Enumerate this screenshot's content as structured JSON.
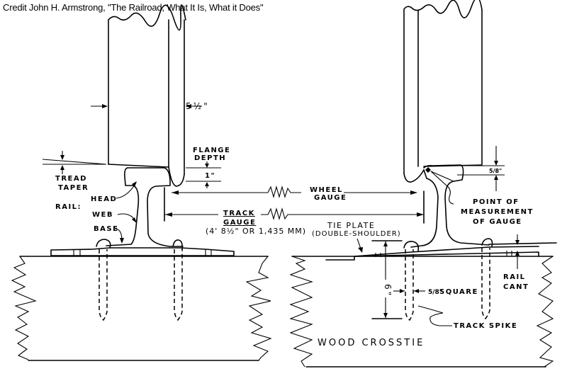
{
  "credit": "Credit John H. Armstrong, \"The Railroad, What It Is, What it Does\"",
  "labels": {
    "wheel_width": "5½\"",
    "flange_depth_l1": "FLANGE",
    "flange_depth_l2": "DEPTH",
    "flange_depth_value": "1\"",
    "tread_taper_l1": "TREAD",
    "tread_taper_l2": "TAPER",
    "rail": "RAIL:",
    "head": "HEAD",
    "web": "WEB",
    "base": "BASE",
    "wheel_gauge_l1": "WHEEL",
    "wheel_gauge_l2": "GAUGE",
    "track_gauge_l1": "TRACK",
    "track_gauge_l2": "GAUGE",
    "track_gauge_value": "(4' 8½\" OR 1,435 MM)",
    "tie_plate_l1": "TIE PLATE",
    "tie_plate_l2": "(DOUBLE-SHOULDER)",
    "gauge_point_offset": "5/8\"",
    "point_of_measurement_l1": "POINT OF",
    "point_of_measurement_l2": "MEASUREMENT",
    "point_of_measurement_l3": "OF GAUGE",
    "spike_length": "6\"",
    "spike_size_num": "5/8\"",
    "spike_size_label": "SQUARE",
    "rail_cant_l1": "RAIL",
    "rail_cant_l2": "CANT",
    "track_spike": "TRACK SPIKE",
    "wood_crosstie": "WOOD   CROSSTIE"
  }
}
